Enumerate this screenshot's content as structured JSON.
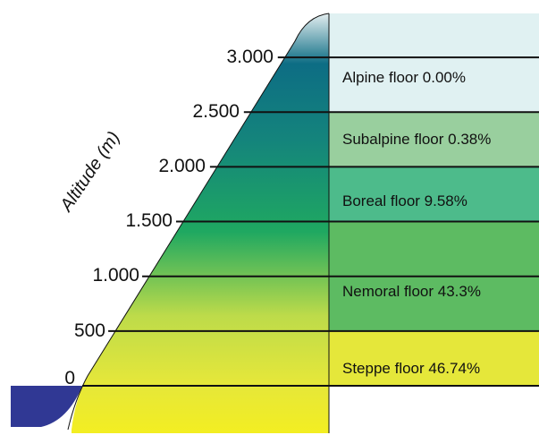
{
  "diagram": {
    "axis_title": "Altitude (m)",
    "ticks": [
      {
        "label": "3.000",
        "value": 3000
      },
      {
        "label": "2.500",
        "value": 2500
      },
      {
        "label": "2.000",
        "value": 2000
      },
      {
        "label": "1.500",
        "value": 1500
      },
      {
        "label": "1.000",
        "value": 1000
      },
      {
        "label": "500",
        "value": 500
      },
      {
        "label": "0",
        "value": 0
      }
    ],
    "zones": [
      {
        "label": "Alpine floor 0.00%",
        "percent": 0.0,
        "from_m": 2500,
        "to_m": 3000,
        "color": "#e0f1f2"
      },
      {
        "label": "Subalpine floor 0.38%",
        "percent": 0.38,
        "from_m": 2000,
        "to_m": 2500,
        "color": "#99cf9e"
      },
      {
        "label": "Boreal floor 9.58%",
        "percent": 9.58,
        "from_m": 1500,
        "to_m": 2000,
        "color": "#4dbb8b"
      },
      {
        "label": "Nemoral floor 43.3%",
        "percent": 43.3,
        "from_m": 500,
        "to_m": 1500,
        "color": "#5dbb62"
      },
      {
        "label": "Steppe floor 46.74%",
        "percent": 46.74,
        "from_m": 0,
        "to_m": 500,
        "color": "#e5e73a"
      }
    ],
    "colors": {
      "water": "#303894",
      "mountain_gradient": [
        "#e4eef0",
        "#0d6d84",
        "#14847c",
        "#1fa861",
        "#bddb4a",
        "#e5e73a",
        "#f3ee22"
      ],
      "lines": "#111111"
    }
  }
}
